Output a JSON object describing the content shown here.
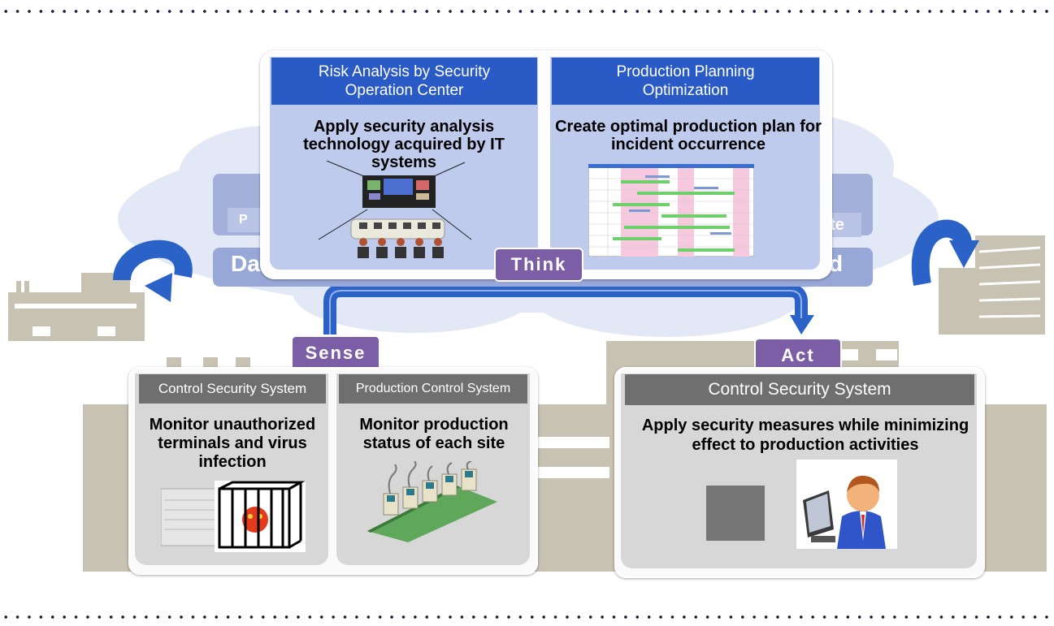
{
  "think": {
    "label": "Think",
    "risk": {
      "title": "Risk Analysis by Security Operation Center",
      "body": "Apply security analysis technology acquired by IT systems"
    },
    "planning": {
      "title": "Production Planning Optimization",
      "body": "Create optimal production plan for incident occurrence"
    }
  },
  "sense": {
    "label": "Sense",
    "security": {
      "title": "Control Security System",
      "body": "Monitor unauthorized terminals and virus infection"
    },
    "production": {
      "title": "Production Control System",
      "body": "Monitor production status of each site"
    }
  },
  "act": {
    "label": "Act",
    "security": {
      "title": "Control Security System",
      "body": "Apply security measures while minimizing effect to production activities"
    }
  },
  "background_fragments": {
    "left_bar": "Da",
    "right_bar": "d",
    "left_small": "P",
    "right_small": "ate"
  },
  "colors": {
    "header_blue": "#2a5ac6",
    "panel_blue": "#c9d3ee",
    "header_grey": "#6f6f6f",
    "pill_purple": "#7b5ea6",
    "arrow_blue": "#2b62c8",
    "building_tan": "#c8c2b2"
  }
}
